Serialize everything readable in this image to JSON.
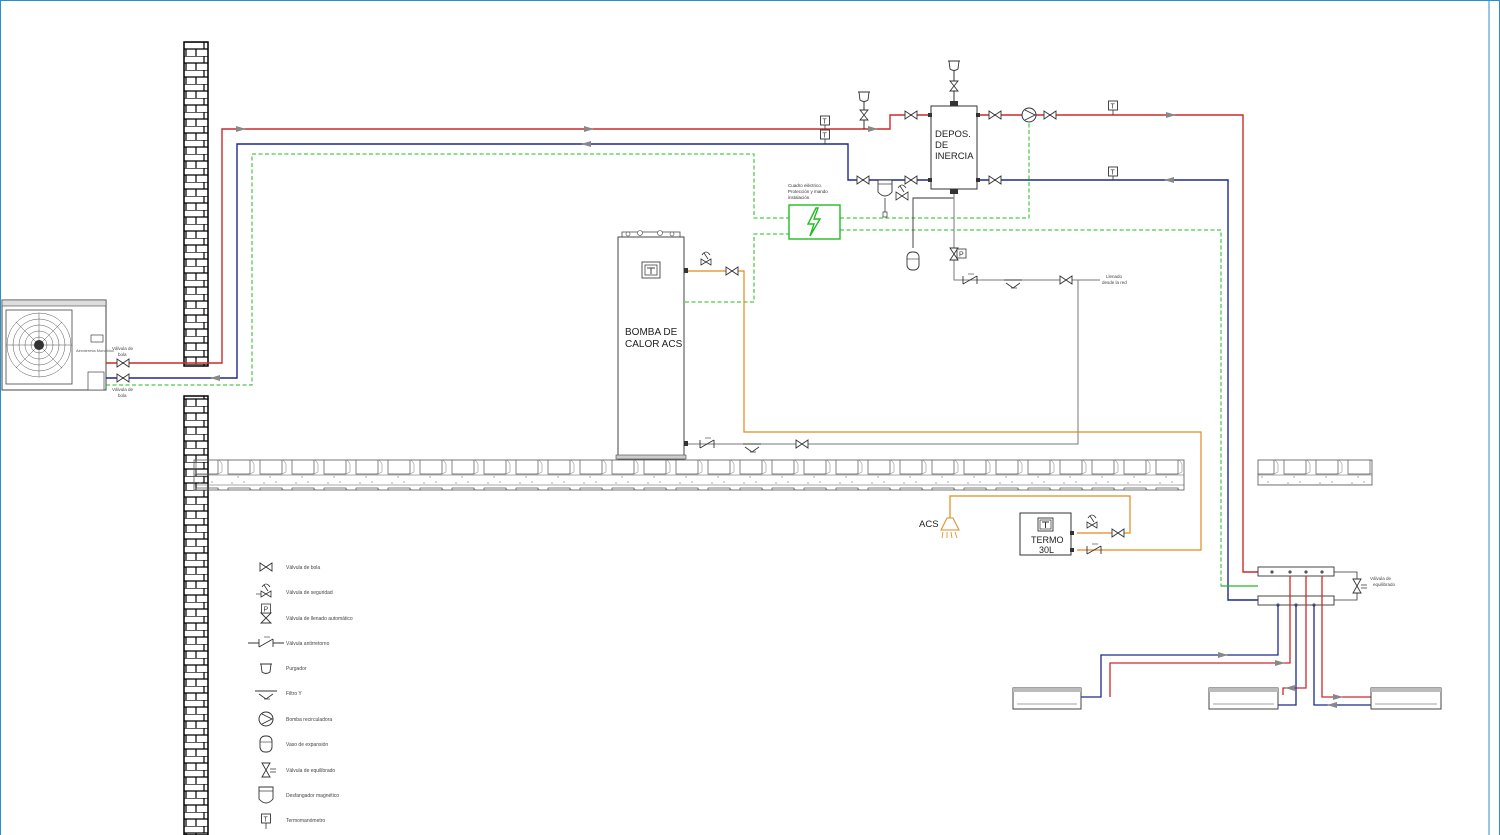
{
  "unit_labels": {
    "outdoor_unit": "Aerotermia Monobloc",
    "valve_top_1": "Válvula de",
    "valve_top_2": "bola",
    "valve_bottom_1": "Válvula de",
    "valve_bottom_2": "bola"
  },
  "tank": {
    "label_1": "DEPOS.",
    "label_2": "DE",
    "label_3": "INERCIA"
  },
  "heat_pump": {
    "label_1": "BOMBA DE",
    "label_2": "CALOR ACS"
  },
  "panel": {
    "label_1": "Cuadro eléctrico.",
    "label_2": "Protección y mando",
    "label_3": "instalación."
  },
  "fill": {
    "label_1": "Llenado",
    "label_2": "desde la red"
  },
  "thermo": {
    "label_1": "TERMO",
    "label_2": "30L"
  },
  "acs_label": "ACS",
  "balancing": {
    "label_1": "Válvula de",
    "label_2": "equilibrado"
  },
  "thermometer_glyph": "T",
  "pressure_glyph": "P",
  "legend": [
    {
      "icon": "ball-valve-icon",
      "label": "Válvula de bola"
    },
    {
      "icon": "safety-valve-icon",
      "label": "Válvula de seguridad"
    },
    {
      "icon": "auto-fill-valve-icon",
      "label": "Válvula de llenado automático"
    },
    {
      "icon": "check-valve-icon",
      "label": "Válvula antirretorno"
    },
    {
      "icon": "air-vent-icon",
      "label": "Purgador"
    },
    {
      "icon": "y-filter-icon",
      "label": "Filtro Y"
    },
    {
      "icon": "circulation-pump-icon",
      "label": "Bomba recirculadora"
    },
    {
      "icon": "expansion-vessel-icon",
      "label": "Vaso de expansión"
    },
    {
      "icon": "balancing-valve-icon",
      "label": "Válvula de equilibrado"
    },
    {
      "icon": "magnetic-dirt-separator-icon",
      "label": "Desfangador magnético"
    },
    {
      "icon": "thermomanometer-icon",
      "label": "Termomanómetro"
    }
  ],
  "colors": {
    "supply": "#cc2a2a",
    "return": "#1c2a8c",
    "control": "#22bb22",
    "dhw": "#e08a1e",
    "cold": "#7a7a7a",
    "frame": "#2a8fd0"
  }
}
